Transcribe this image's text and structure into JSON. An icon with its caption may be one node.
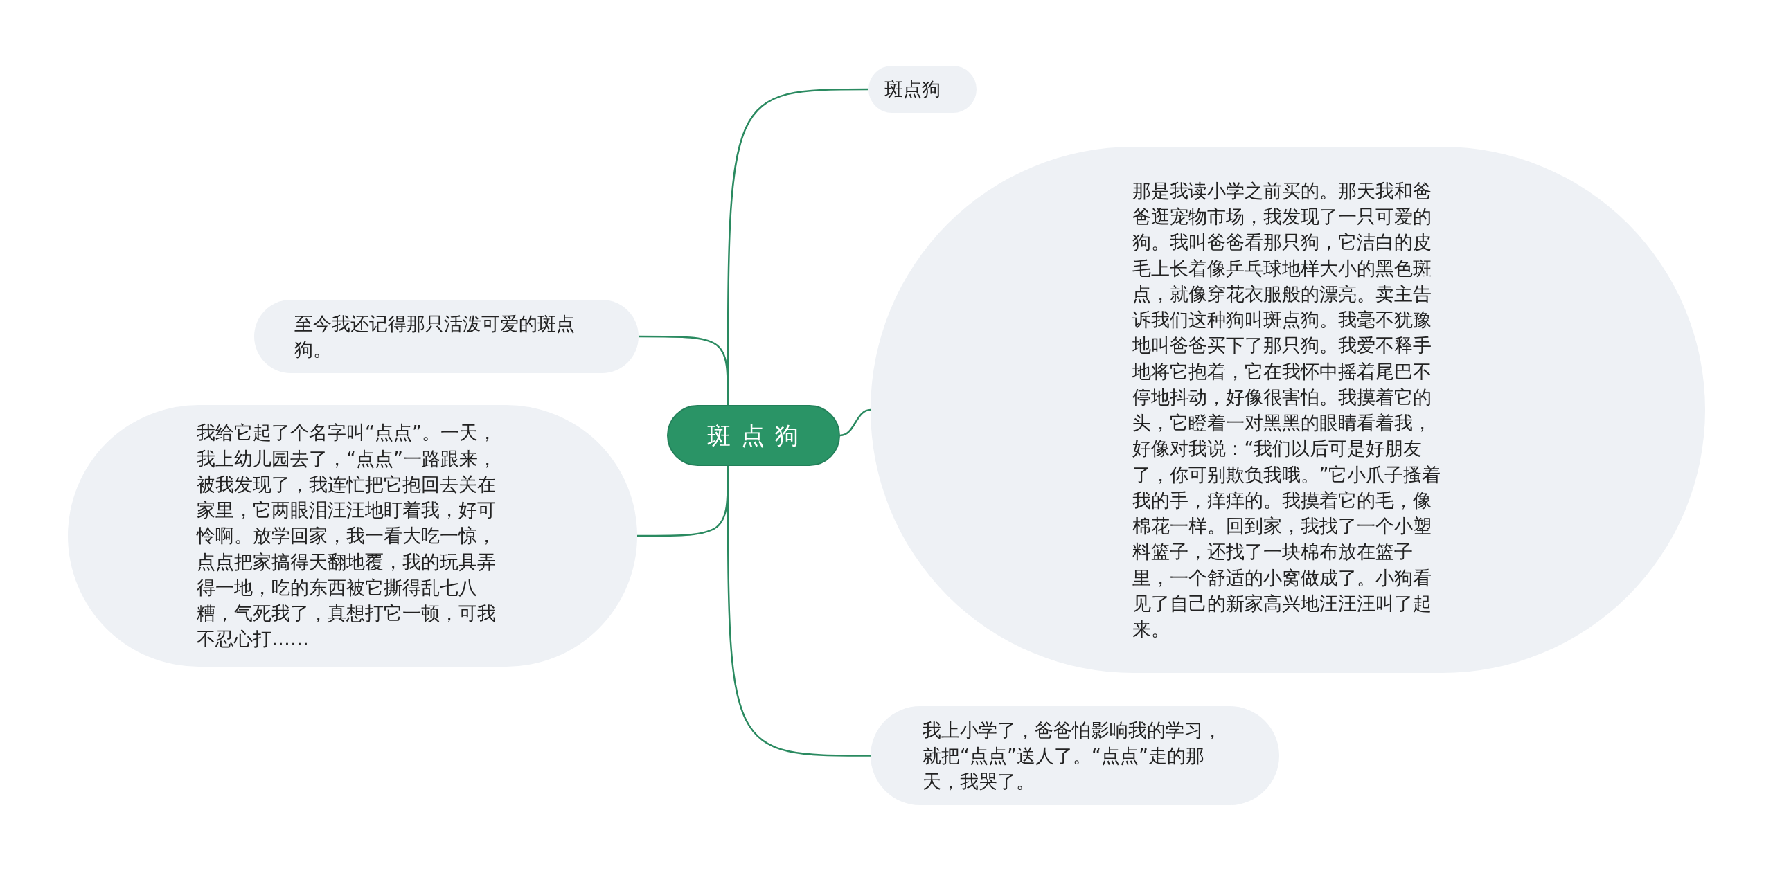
{
  "diagram": {
    "nodes": [
      {
        "text": [
          "斑 点 狗"
        ]
      },
      {
        "text": [
          "斑点狗"
        ]
      },
      {
        "text": [
          "那是我读小学之前买的。那天我和爸爸逛宠物市场，我发现了一只可爱的狗。我叫爸爸看那只狗，它洁白的皮毛上长着像乒乓球地样大小的黑色斑点，就像穿花衣服般的漂亮。卖主告诉我们这种狗叫斑点狗。我毫不犹豫地叫爸爸买下了那只狗。我爱不释手地将它抱着，它在我怀中摇着尾巴不停地抖动，好像很害怕。我摸着它的头，它瞪着一对黑黑的眼睛看着我，好像对我说：“我们以后可是好朋友了，你可别欺负我哦。”它小爪子搔着我的手，痒痒的。我摸着它的毛，像棉花一样。回到家，我找了一个小塑料篮子，还找了一块棉布放在篮子里，一个舒适的小窝做成了。小狗看见了自己的新家高兴地汪汪汪叫了起来。"
        ]
      },
      {
        "text": [
          "我上小学了，爸爸怕影响我的学习，就把“点点”送人了。“点点”走的那天，我哭了。"
        ]
      },
      {
        "text": [
          "至今我还记得那只活泼可爱的斑点狗。"
        ]
      },
      {
        "text": [
          "我给它起了个名字叫“点点”。一天，我上幼儿园去了，“点点”一路跟来，被我发现了，我连忙把它抱回去关在家里，它两眼泪汪汪地盯着我，好可怜啊。放学回家，我一看大吃一惊，点点把家搞得天翻地覆，我的玩具弄得一地，吃的东西被它撕得乱七八糟，气死我了，真想打它一顿，可我不忍心打……"
        ]
      }
    ],
    "edges": [
      {
        "from": 0,
        "to": 1,
        "arrow": "none"
      },
      {
        "from": 0,
        "to": 2,
        "arrow": "none"
      },
      {
        "from": 0,
        "to": 3,
        "arrow": "none"
      },
      {
        "from": 0,
        "to": 4,
        "arrow": "none"
      },
      {
        "from": 0,
        "to": 5,
        "arrow": "none"
      }
    ]
  }
}
